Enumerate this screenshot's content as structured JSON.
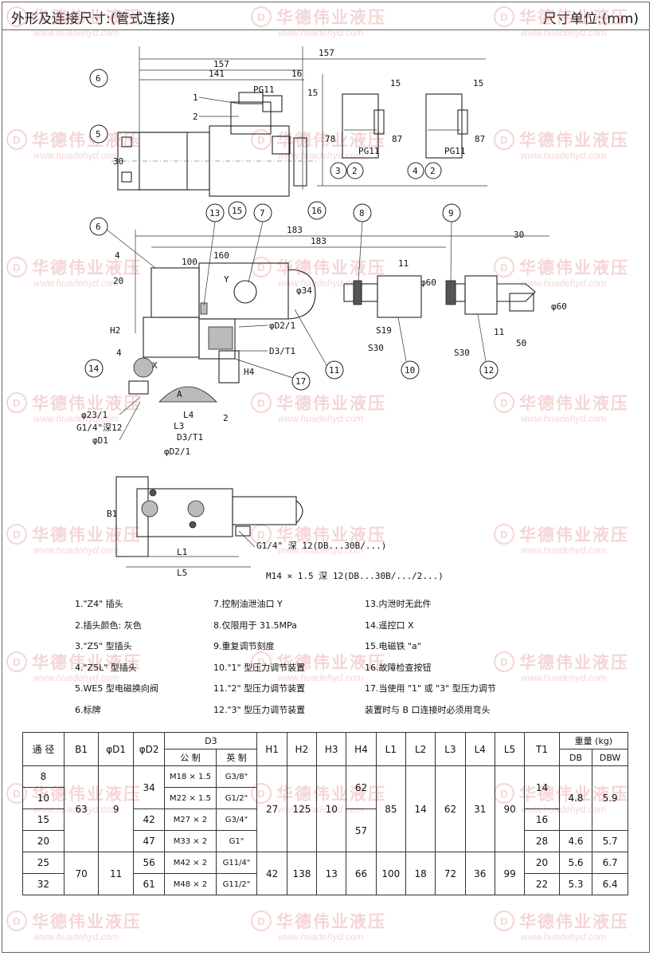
{
  "header": {
    "title": "外形及连接尺寸:(管式连接)",
    "unit": "尺寸单位:(mm)"
  },
  "watermark": {
    "logo": "D",
    "name": "华德伟业液压",
    "url": "www.huadehyd.com"
  },
  "drawing": {
    "top_dims": [
      "157",
      "157",
      "141",
      "16",
      "15",
      "15",
      "15",
      "78",
      "87",
      "87",
      "30"
    ],
    "top_labels": [
      "PG11",
      "PG11",
      "PG11",
      "1",
      "2"
    ],
    "top_bubbles": [
      "6",
      "5",
      "15",
      "16",
      "3",
      "2",
      "4",
      "2"
    ],
    "mid_dims": [
      "183",
      "183",
      "30",
      "4",
      "100",
      "160",
      "11",
      "20",
      "φ34",
      "φ60",
      "φ60",
      "11",
      "50",
      "H2",
      "H4",
      "4",
      "S19",
      "S30",
      "S30"
    ],
    "mid_labels": [
      "Y",
      "X",
      "φD2/1",
      "D3/T1",
      "φ23/1",
      "G1/4\"深12",
      "φD1",
      "L4",
      "L3",
      "D3/T1",
      "φD2/1",
      "2"
    ],
    "mid_bubbles": [
      "6",
      "13",
      "7",
      "8",
      "9",
      "14",
      "11",
      "10",
      "12",
      "17"
    ],
    "bottom_dims": [
      "B1",
      "L1",
      "L5"
    ],
    "bottom_labels": [
      "G1/4\" 深 12(DB...30B/...)",
      "M14 × 1.5 深 12(DB...30B/.../2...)"
    ]
  },
  "notes": [
    [
      "1.\"Z4\" 插头",
      "2.插头颜色: 灰色",
      "3.\"Z5\" 型插头",
      "4.\"Z5L\" 型插头",
      "5.WE5 型电磁换向阀",
      "6.标牌"
    ],
    [
      "7.控制油泄油口 Y",
      "8.仅限用于 31.5MPa",
      "9.重复调节刻度",
      "10.\"1\" 型压力调节装置",
      "11.\"2\" 型压力调节装置",
      "12.\"3\" 型压力调节装置"
    ],
    [
      "13.内泄时无此件",
      "14.遥控口 X",
      "15.电磁铁 \"a\"",
      "16.故障检查按钮",
      "17.当使用 \"1\" 或 \"3\" 型压力调节",
      "装置时与 B 口连接时必须用弯头"
    ]
  ],
  "table": {
    "headers": {
      "tongjing": "通 径",
      "B1": "B1",
      "D1": "φD1",
      "D2": "φD2",
      "D3": "D3",
      "D3_metric": "公 制",
      "D3_imperial": "英 制",
      "H1": "H1",
      "H2": "H2",
      "H3": "H3",
      "H4": "H4",
      "L1": "L1",
      "L2": "L2",
      "L3": "L3",
      "L4": "L4",
      "L5": "L5",
      "T1": "T1",
      "weight": "重量 (kg)",
      "DB": "DB",
      "DBW": "DBW"
    },
    "tongjing": [
      "8",
      "10",
      "15",
      "20",
      "25",
      "32"
    ],
    "d3_metric": [
      "M18 × 1.5",
      "M22 × 1.5",
      "M27 × 2",
      "M33 × 2",
      "M42 × 2",
      "M48 × 2"
    ],
    "d3_imperial": [
      "G3/8\"",
      "G1/2\"",
      "G3/4\"",
      "G1\"",
      "G11/4\"",
      "G11/2\""
    ],
    "B1": [
      "63",
      "70"
    ],
    "D1": [
      "9",
      "11"
    ],
    "D2": [
      "34",
      "42",
      "47",
      "56",
      "61"
    ],
    "H1": [
      "27",
      "42"
    ],
    "H2": [
      "125",
      "138"
    ],
    "H3": [
      "10",
      "13"
    ],
    "H4": [
      "62",
      "57",
      "66"
    ],
    "L1": [
      "85",
      "100"
    ],
    "L2": [
      "14",
      "18"
    ],
    "L3": [
      "62",
      "72"
    ],
    "L4": [
      "31",
      "36"
    ],
    "L5": [
      "90",
      "99"
    ],
    "T1": [
      "14",
      "16",
      "28",
      "20",
      "22"
    ],
    "DB": [
      "4.8",
      "4.6",
      "5.6",
      "5.3"
    ],
    "DBW": [
      "5.9",
      "5.7",
      "6.7",
      "6.4"
    ]
  }
}
